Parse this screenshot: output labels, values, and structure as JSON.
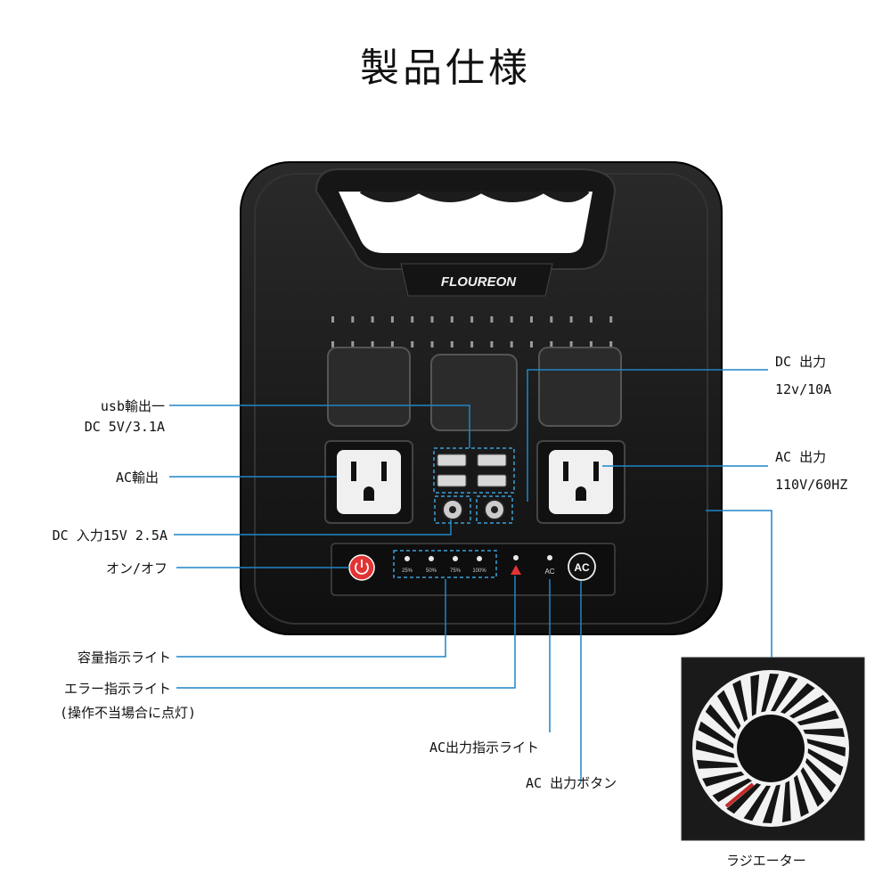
{
  "title": "製品仕様",
  "brand": "FLOUREON",
  "capacity_ticks": [
    "25%",
    "50%",
    "75%",
    "100%"
  ],
  "ac_indicator_text": "AC",
  "ac_button_text": "AC",
  "labels": {
    "usb_output_line1": "usb輸出一",
    "usb_output_line2": "DC 5V/3.1A",
    "ac_output_left": "AC輸出",
    "dc_input": "DC 入力15V 2.5A",
    "on_off": "オン/オフ",
    "capacity_light": "容量指示ライト",
    "error_light_line1": "エラー指示ライト",
    "error_light_line2": "(操作不当場合に点灯)",
    "ac_output_light": "AC出力指示ライト",
    "ac_output_button": "AC 出力ボタン",
    "dc_output_line1": "DC 出力",
    "dc_output_line2": "12v/10A",
    "ac_output_right_line1": "AC 出力",
    "ac_output_right_line2": "110V/60HZ",
    "radiator": "ラジエーター"
  },
  "colors": {
    "callout": "#1f86c6",
    "device_body": "#1c1c1c",
    "power_button": "#e23434",
    "dashed_box": "#3aa0d8"
  }
}
